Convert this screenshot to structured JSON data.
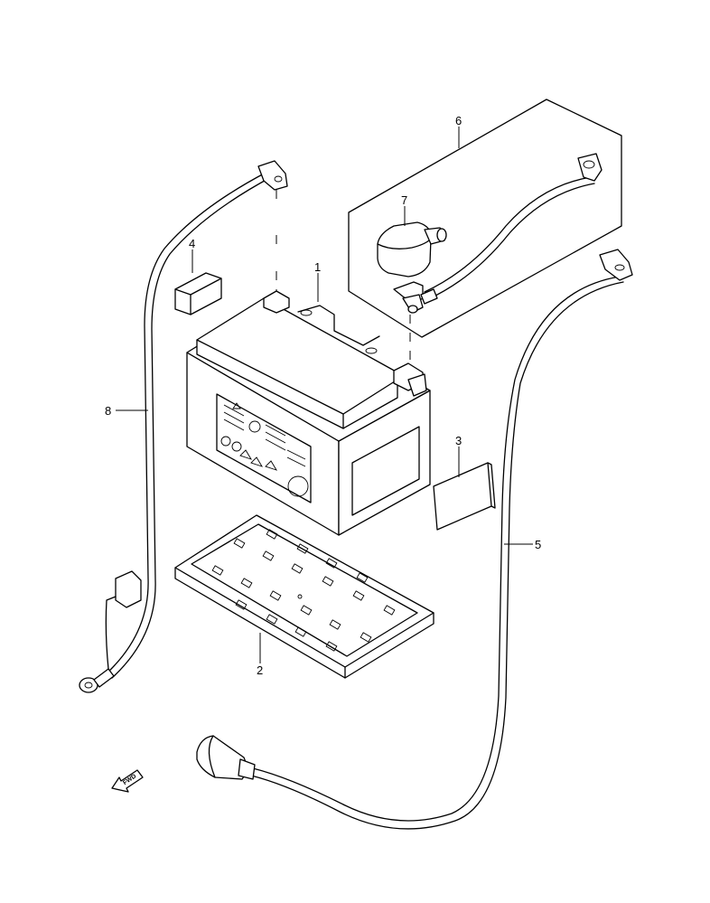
{
  "callouts": {
    "c1": "1",
    "c2": "2",
    "c3": "3",
    "c4": "4",
    "c5": "5",
    "c6": "6",
    "c7": "7",
    "c8": "8"
  },
  "fwd_label": "FWD",
  "colors": {
    "line": "#000000",
    "background": "#ffffff"
  }
}
